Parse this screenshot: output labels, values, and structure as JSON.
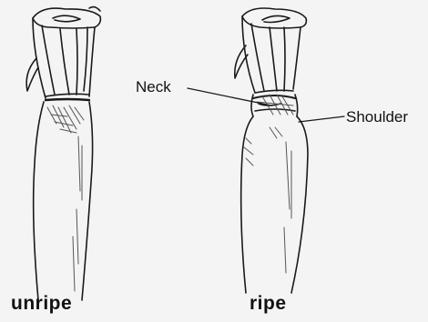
{
  "labels": {
    "neck": "Neck",
    "shoulder": "Shoulder"
  },
  "captions": {
    "left": "unripe",
    "right": "ripe"
  },
  "colors": {
    "background": "#f4f4f4",
    "ink": "#1a1a1a",
    "shading": "#555555"
  }
}
